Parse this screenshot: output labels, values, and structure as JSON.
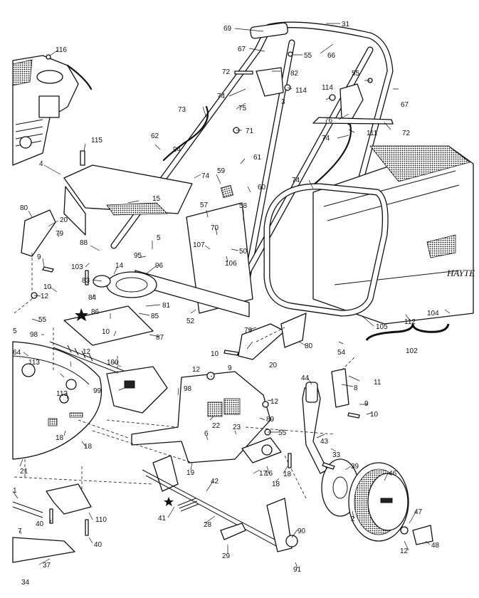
{
  "diagram": {
    "brand_text": "HAYTE",
    "labels": [
      {
        "id": "116",
        "text": "116"
      },
      {
        "id": "31",
        "text": "31"
      },
      {
        "id": "69",
        "text": "69"
      },
      {
        "id": "66",
        "text": "66"
      },
      {
        "id": "67a",
        "text": "67"
      },
      {
        "id": "55a",
        "text": "55"
      },
      {
        "id": "82",
        "text": "82"
      },
      {
        "id": "72a",
        "text": "72"
      },
      {
        "id": "55b",
        "text": "55"
      },
      {
        "id": "67b",
        "text": "67"
      },
      {
        "id": "114a",
        "text": "114"
      },
      {
        "id": "114b",
        "text": "114"
      },
      {
        "id": "74a",
        "text": "74"
      },
      {
        "id": "3",
        "text": "3"
      },
      {
        "id": "73",
        "text": "73"
      },
      {
        "id": "75",
        "text": "75"
      },
      {
        "id": "76",
        "text": "76"
      },
      {
        "id": "72b",
        "text": "72"
      },
      {
        "id": "71",
        "text": "71"
      },
      {
        "id": "74b",
        "text": "74"
      },
      {
        "id": "111",
        "text": "111"
      },
      {
        "id": "115",
        "text": "115"
      },
      {
        "id": "62",
        "text": "62"
      },
      {
        "id": "94",
        "text": "94"
      },
      {
        "id": "61",
        "text": "61"
      },
      {
        "id": "4",
        "text": "4"
      },
      {
        "id": "74c",
        "text": "74"
      },
      {
        "id": "59",
        "text": "59"
      },
      {
        "id": "60",
        "text": "60"
      },
      {
        "id": "74d",
        "text": "74"
      },
      {
        "id": "15",
        "text": "15"
      },
      {
        "id": "80a",
        "text": "80"
      },
      {
        "id": "20a",
        "text": "20"
      },
      {
        "id": "57",
        "text": "57"
      },
      {
        "id": "58",
        "text": "58"
      },
      {
        "id": "5",
        "text": "5"
      },
      {
        "id": "79a",
        "text": "79"
      },
      {
        "id": "70",
        "text": "70"
      },
      {
        "id": "88",
        "text": "88"
      },
      {
        "id": "107",
        "text": "107"
      },
      {
        "id": "50",
        "text": "50"
      },
      {
        "id": "95",
        "text": "95"
      },
      {
        "id": "9a",
        "text": "9"
      },
      {
        "id": "106",
        "text": "106"
      },
      {
        "id": "103",
        "text": "103"
      },
      {
        "id": "14",
        "text": "14"
      },
      {
        "id": "96",
        "text": "96"
      },
      {
        "id": "83",
        "text": "83"
      },
      {
        "id": "10a",
        "text": "10"
      },
      {
        "id": "84",
        "text": "84"
      },
      {
        "id": "12a",
        "text": "12"
      },
      {
        "id": "81",
        "text": "81"
      },
      {
        "id": "86",
        "text": "86"
      },
      {
        "id": "85",
        "text": "85"
      },
      {
        "id": "52",
        "text": "52"
      },
      {
        "id": "55c",
        "text": "55"
      },
      {
        "id": "105",
        "text": "105"
      },
      {
        "id": "112",
        "text": "112"
      },
      {
        "id": "104",
        "text": "104"
      },
      {
        "id": "10b",
        "text": "10"
      },
      {
        "id": "87",
        "text": "87"
      },
      {
        "id": "98a",
        "text": "98"
      },
      {
        "id": "79b",
        "text": "79"
      },
      {
        "id": "12b",
        "text": "12"
      },
      {
        "id": "80b",
        "text": "80"
      },
      {
        "id": "54",
        "text": "54"
      },
      {
        "id": "102",
        "text": "102"
      },
      {
        "id": "64",
        "text": "64"
      },
      {
        "id": "10c",
        "text": "10"
      },
      {
        "id": "9b",
        "text": "9"
      },
      {
        "id": "20b",
        "text": "20"
      },
      {
        "id": "113a",
        "text": "113"
      },
      {
        "id": "100",
        "text": "100"
      },
      {
        "id": "12c",
        "text": "12"
      },
      {
        "id": "44",
        "text": "44"
      },
      {
        "id": "11",
        "text": "11"
      },
      {
        "id": "8",
        "text": "8"
      },
      {
        "id": "99",
        "text": "99"
      },
      {
        "id": "98b",
        "text": "98"
      },
      {
        "id": "113b",
        "text": "113"
      },
      {
        "id": "12d",
        "text": "12"
      },
      {
        "id": "9c",
        "text": "9"
      },
      {
        "id": "89",
        "text": "89"
      },
      {
        "id": "10d",
        "text": "10"
      },
      {
        "id": "22",
        "text": "22"
      },
      {
        "id": "23",
        "text": "23"
      },
      {
        "id": "6",
        "text": "6"
      },
      {
        "id": "18a",
        "text": "18"
      },
      {
        "id": "18b",
        "text": "18"
      },
      {
        "id": "55d",
        "text": "55"
      },
      {
        "id": "43",
        "text": "43"
      },
      {
        "id": "33",
        "text": "33"
      },
      {
        "id": "39",
        "text": "39"
      },
      {
        "id": "46",
        "text": "46"
      },
      {
        "id": "19",
        "text": "19"
      },
      {
        "id": "17",
        "text": "17"
      },
      {
        "id": "18c",
        "text": "18"
      },
      {
        "id": "16",
        "text": "16"
      },
      {
        "id": "18d",
        "text": "18"
      },
      {
        "id": "21",
        "text": "21"
      },
      {
        "id": "42",
        "text": "42"
      },
      {
        "id": "1",
        "text": "1"
      },
      {
        "id": "110",
        "text": "110"
      },
      {
        "id": "41",
        "text": "41"
      },
      {
        "id": "28",
        "text": "28"
      },
      {
        "id": "2",
        "text": "2"
      },
      {
        "id": "47",
        "text": "47"
      },
      {
        "id": "40a",
        "text": "40"
      },
      {
        "id": "90",
        "text": "90"
      },
      {
        "id": "7",
        "text": "7"
      },
      {
        "id": "40b",
        "text": "40"
      },
      {
        "id": "29",
        "text": "29"
      },
      {
        "id": "12e",
        "text": "12"
      },
      {
        "id": "48",
        "text": "48"
      },
      {
        "id": "37",
        "text": "37"
      },
      {
        "id": "91",
        "text": "91"
      },
      {
        "id": "34",
        "text": "34"
      },
      {
        "id": "35",
        "text": "5"
      }
    ]
  }
}
